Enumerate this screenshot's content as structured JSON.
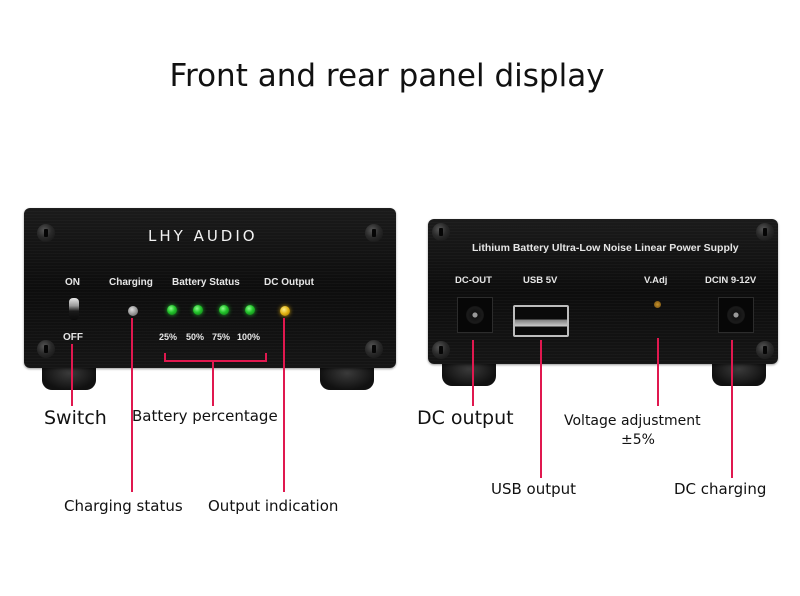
{
  "title": "Front and rear panel display",
  "front_panel": {
    "brand": "LHY AUDIO",
    "switch": {
      "on_label": "ON",
      "off_label": "OFF"
    },
    "charging_label": "Charging",
    "battery_status_label": "Battery Status",
    "dc_output_label": "DC Output",
    "battery_levels": [
      "25%",
      "50%",
      "75%",
      "100%"
    ],
    "led_colors": {
      "charging": "#b0b0b0",
      "battery": "#22c22a",
      "dc_output": "#e0b010"
    }
  },
  "rear_panel": {
    "header": "Lithium Battery Ultra-Low Noise Linear Power Supply",
    "dc_out_label": "DC-OUT",
    "usb_label": "USB 5V",
    "vadj_label": "V.Adj",
    "dcin_label": "DCIN 9-12V"
  },
  "callouts": {
    "switch": "Switch",
    "battery_percentage": "Battery percentage",
    "charging_status": "Charging status",
    "output_indication": "Output indication",
    "dc_output": "DC output",
    "voltage_adjustment_line1": "Voltage adjustment",
    "voltage_adjustment_line2": "±5%",
    "usb_output": "USB output",
    "dc_charging": "DC charging"
  },
  "colors": {
    "callout_line": "#e0184f",
    "panel": "#111111"
  }
}
